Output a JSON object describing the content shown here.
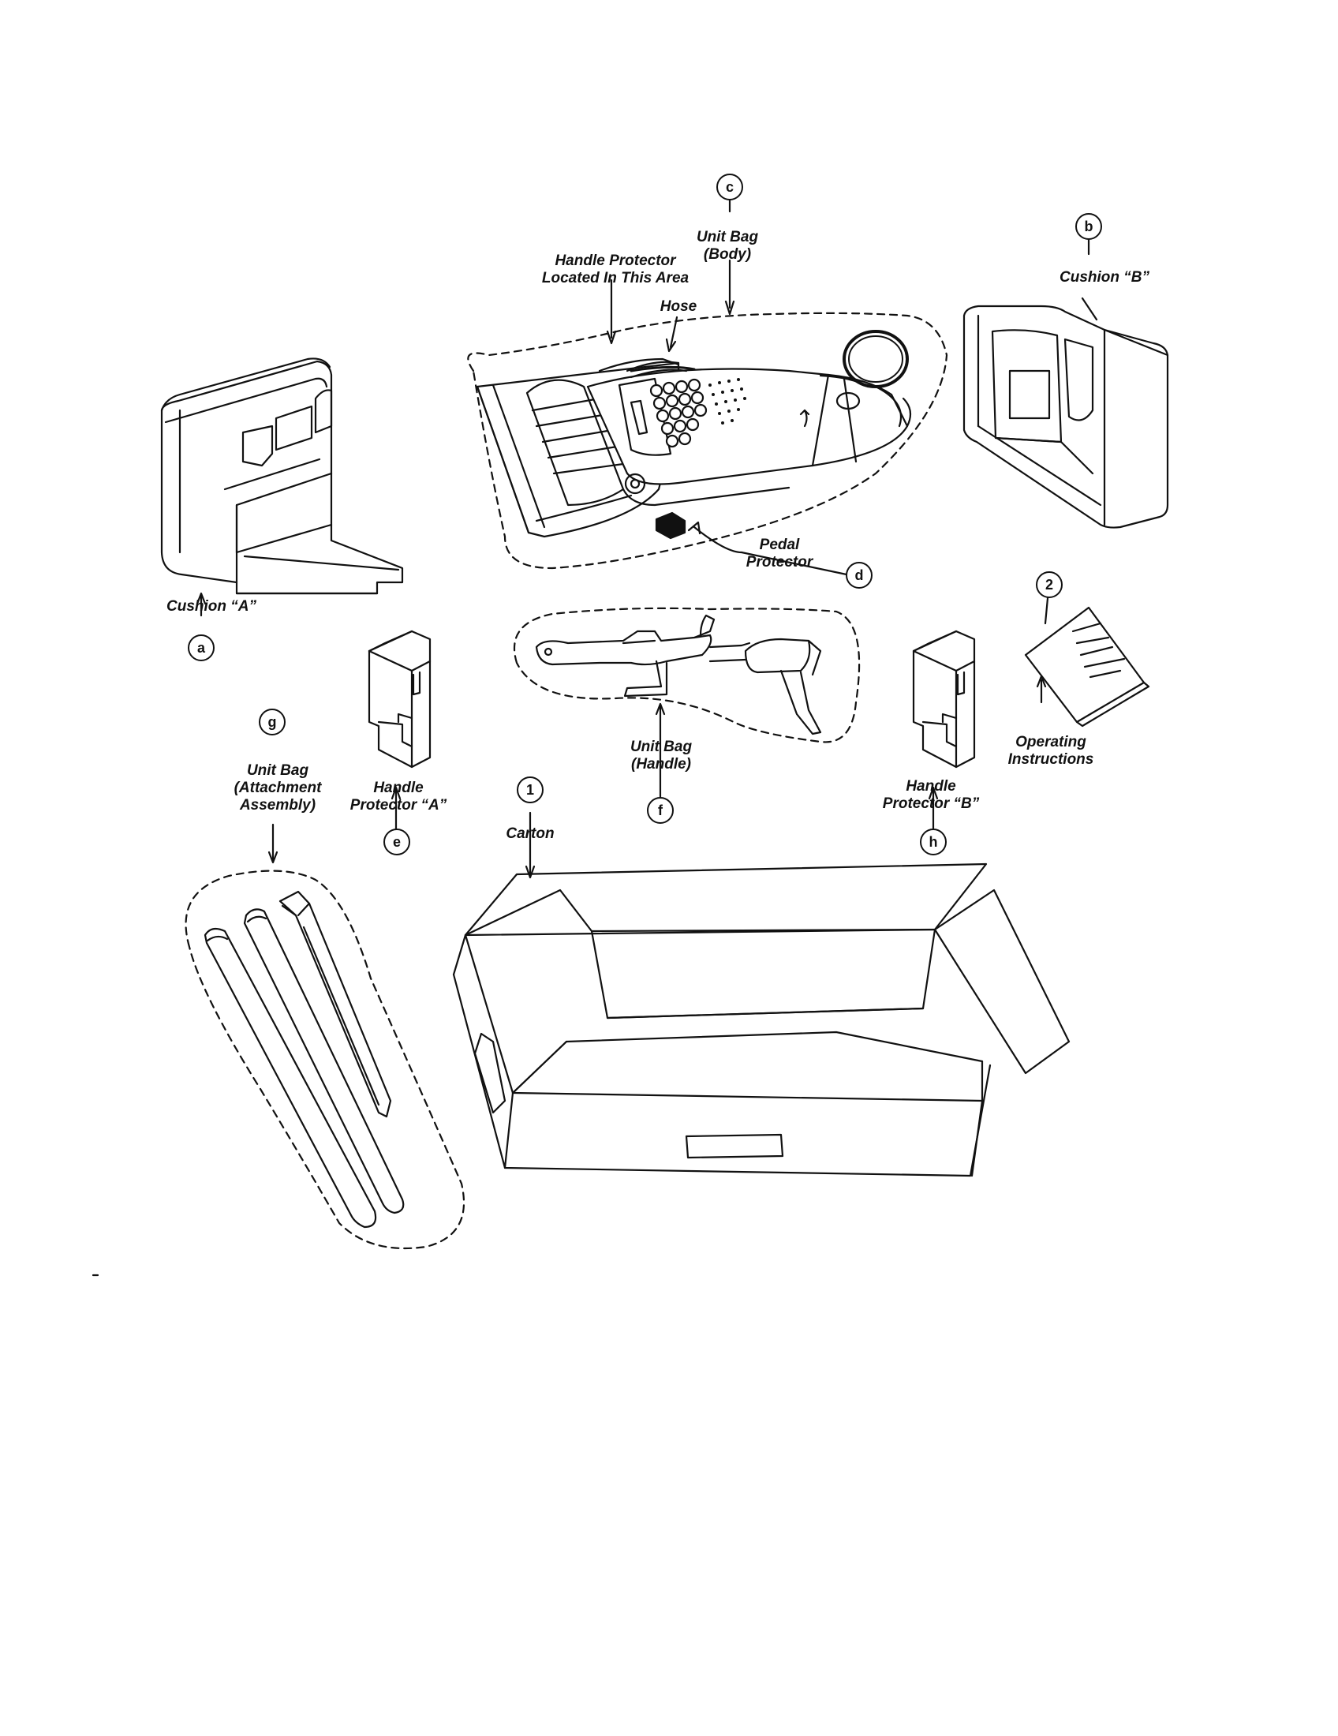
{
  "callouts": {
    "c": "c",
    "b": "b",
    "a": "a",
    "d": "d",
    "e": "e",
    "f": "f",
    "g": "g",
    "h": "h",
    "one": "1",
    "two": "2"
  },
  "labels": {
    "unit_bag_body": [
      "Unit Bag",
      "(Body)"
    ],
    "handle_protector_area": [
      "Handle Protector",
      "Located In This Area"
    ],
    "hose": "Hose",
    "cushion_b": "Cushion “B”",
    "cushion_a": "Cushion “A”",
    "pedal_protector": [
      "Pedal",
      "Protector"
    ],
    "operating_instructions": [
      "Operating",
      "Instructions"
    ],
    "unit_bag_handle": [
      "Unit Bag",
      "(Handle)"
    ],
    "unit_bag_attachment": [
      "Unit Bag",
      "(Attachment",
      "Assembly)"
    ],
    "handle_protector_a": [
      "Handle",
      "Protector “A”"
    ],
    "handle_protector_b": [
      "Handle",
      "Protector “B”"
    ],
    "carton": "Carton"
  }
}
